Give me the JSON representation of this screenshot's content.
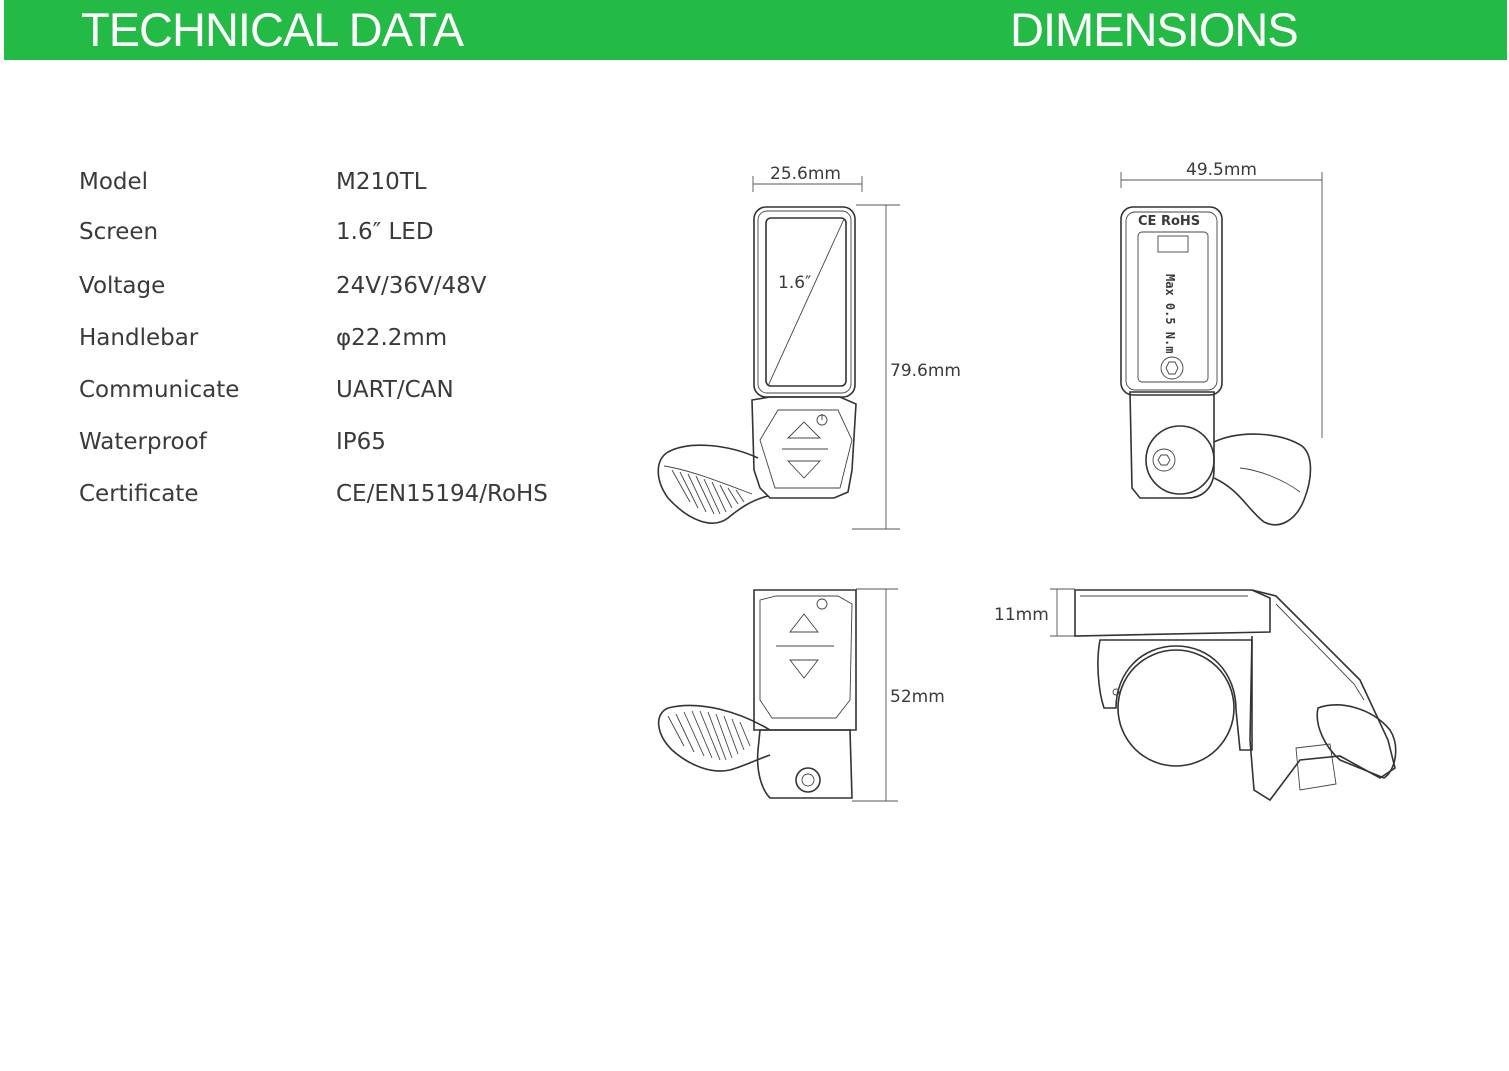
{
  "header": {
    "left_title": "TECHNICAL DATA",
    "right_title": "DIMENSIONS",
    "color": "#23bb45"
  },
  "specs": [
    {
      "label": "Model",
      "value": "M210TL"
    },
    {
      "label": "Screen",
      "value": "1.6″  LED"
    },
    {
      "label": "Voltage",
      "value": "24V/36V/48V"
    },
    {
      "label": "Handlebar",
      "value": "φ22.2mm"
    },
    {
      "label": "Communicate",
      "value": "UART/CAN"
    },
    {
      "label": "Waterproof",
      "value": "IP65"
    },
    {
      "label": "Certificate",
      "value": "CE/EN15194/RoHS"
    }
  ],
  "dimensions": {
    "front_width": "25.6mm",
    "front_height": "79.6mm",
    "screen_size": "1.6″",
    "back_width": "49.5mm",
    "back_logo": "CE RoHS",
    "back_torque": "Max 0.5 N.m",
    "bottom_height": "52mm",
    "side_thickness": "11mm"
  }
}
